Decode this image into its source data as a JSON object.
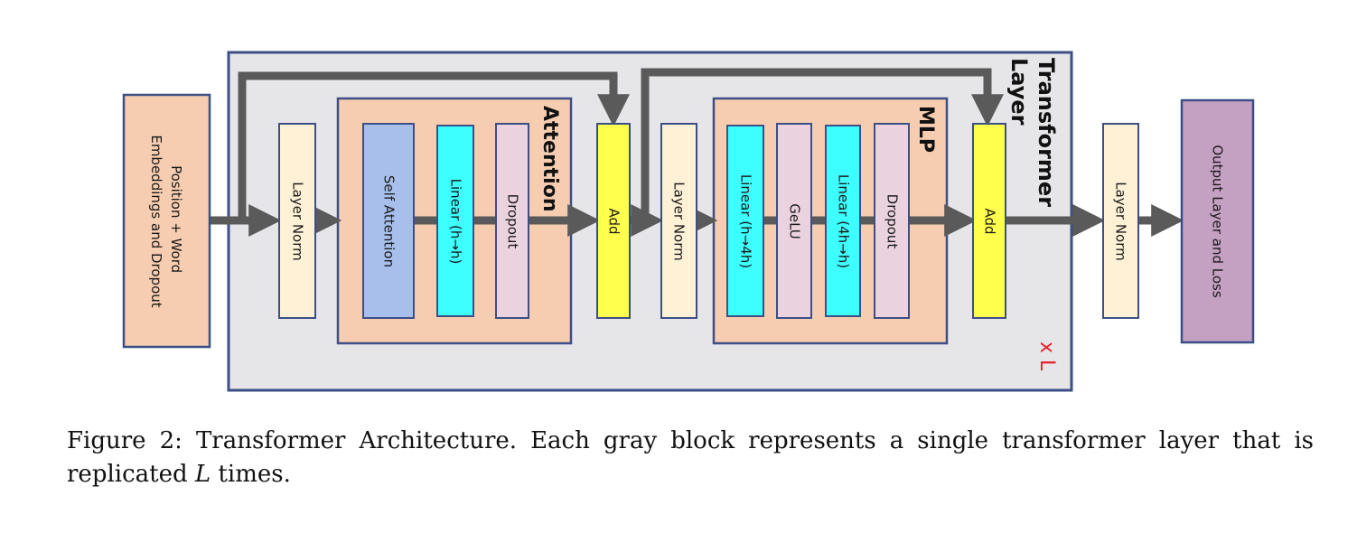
{
  "diagram": {
    "blocks": {
      "embeddings": "Position + Word Embeddings and Dropout",
      "layer_norm_1": "Layer Norm",
      "self_attention": "Self Attention",
      "linear_attn": "Linear (h→h)",
      "dropout_attn": "Dropout",
      "add_1": "Add",
      "layer_norm_2": "Layer Norm",
      "linear_mlp_1": "Linear (h→4h)",
      "gelu": "GeLU",
      "linear_mlp_2": "Linear (4h→h)",
      "dropout_mlp": "Dropout",
      "add_2": "Add",
      "layer_norm_final": "Layer Norm",
      "output": "Output Layer and Loss"
    },
    "groups": {
      "attention": "Attention",
      "mlp": "MLP",
      "transformer_line1": "Transformer",
      "transformer_line2": "Layer",
      "repeat": "x L"
    },
    "colors": {
      "layer_gray": "#e6e5e8",
      "layer_border": "#3c4f86",
      "group_fill": "#f6cdb0",
      "layer_norm": "#fff1d6",
      "self_attention": "#a7bfea",
      "linear": "#3effff",
      "dropout": "#ead3de",
      "add": "#ffff4d",
      "output": "#c4a0c3",
      "arrow": "#5a5a5a",
      "repeat": "#e8202a"
    }
  },
  "caption": {
    "prefix": "Figure 2: Transformer Architecture. Each gray block represents a single transformer layer that is replicated ",
    "var": "L",
    "suffix": " times."
  }
}
